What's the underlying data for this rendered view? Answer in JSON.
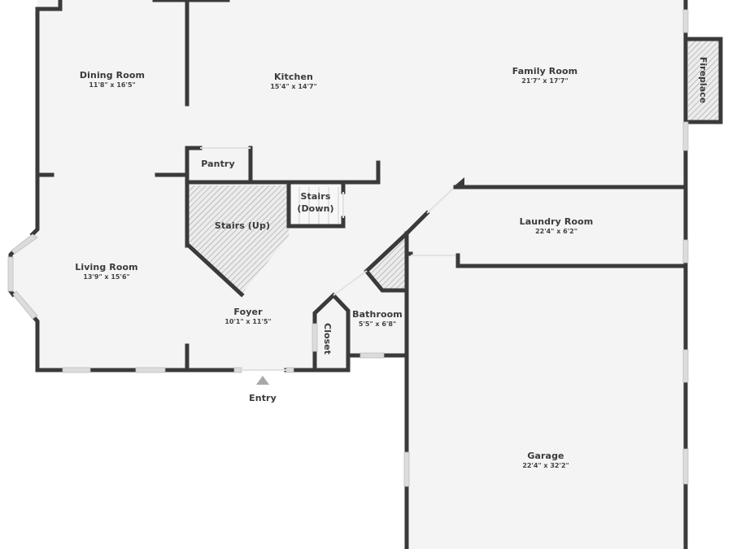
{
  "colors": {
    "wall": "#3a3a3a",
    "floor": "#f4f4f4",
    "background": "#ffffff",
    "window": "#d9d9d9",
    "hatch": "#9a9a9a",
    "entry_marker": "#a8a8a8",
    "text": "#3a3a3a"
  },
  "rooms": [
    {
      "id": "dining-room",
      "name": "Dining Room",
      "dimensions": "11'8\" x 16'5\""
    },
    {
      "id": "kitchen",
      "name": "Kitchen",
      "dimensions": "15'4\" x 14'7\""
    },
    {
      "id": "family-room",
      "name": "Family Room",
      "dimensions": "21'7\" x 17'7\""
    },
    {
      "id": "living-room",
      "name": "Living Room",
      "dimensions": "13'9\" x 15'6\""
    },
    {
      "id": "foyer",
      "name": "Foyer",
      "dimensions": "10'1\" x 11'5\""
    },
    {
      "id": "bathroom",
      "name": "Bathroom",
      "dimensions": "5'5\" x 6'8\""
    },
    {
      "id": "laundry-room",
      "name": "Laundry Room",
      "dimensions": "22'4\" x 6'2\""
    },
    {
      "id": "garage",
      "name": "Garage",
      "dimensions": "22'4\" x 32'2\""
    }
  ],
  "features": {
    "pantry": "Pantry",
    "stairs_up": "Stairs (Up)",
    "stairs_down_line1": "Stairs",
    "stairs_down_line2": "(Down)",
    "closet": "Closet",
    "fireplace": "Fireplace",
    "entry": "Entry"
  }
}
